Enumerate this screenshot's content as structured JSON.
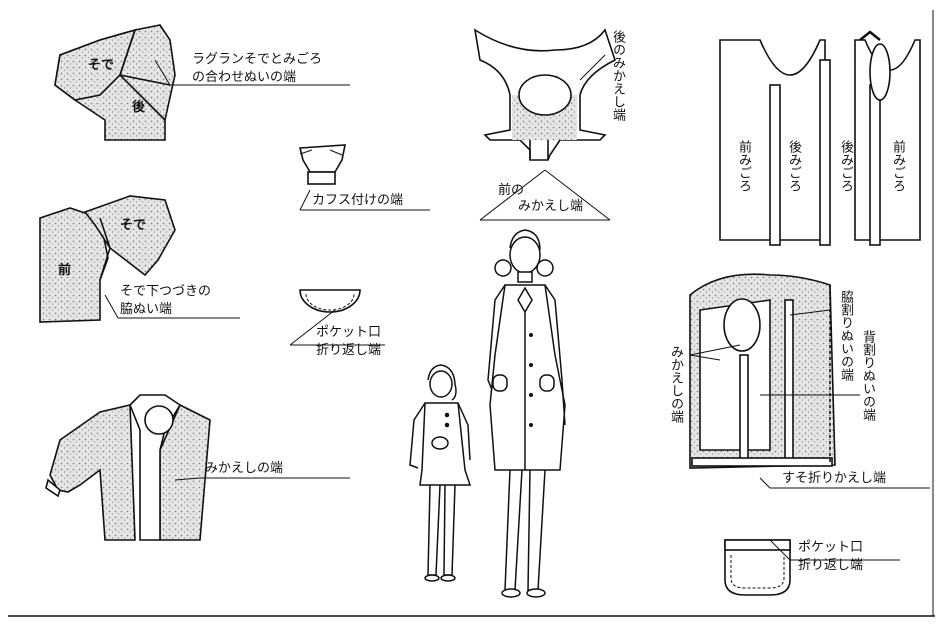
{
  "colors": {
    "ink": "#111111",
    "speckle": "#b8b8b8",
    "paper": "#ffffff"
  },
  "labels": {
    "raglan": [
      "ラグランそでとみごろ",
      "の合わせぬいの端"
    ],
    "sode1": "そで",
    "ushiro1": "後",
    "cuffs": "カフス付けの端",
    "sode2": "そで",
    "mae1": "前",
    "sodeshita": [
      "そで下つづきの",
      "脇ぬい端"
    ],
    "pocket1": [
      "ポケット口",
      "折り返し端"
    ],
    "mikaeshi1": "みかえしの端",
    "back_facing": "後のみかえし端",
    "front_facing": [
      "前の",
      "みかえし端"
    ],
    "panel_mae_left": "前みごろ",
    "panel_ushiro_left": "後みごろ",
    "panel_ushiro_right": "後みごろ",
    "panel_mae_right": "前みごろ",
    "waki": "脇割りぬいの端",
    "sebira": "背割りぬいの端",
    "mikaeshi2": "みかえしの端",
    "suso": "すそ折りかえし端",
    "pocket2": [
      "ポケット口",
      "折り返し端"
    ]
  }
}
